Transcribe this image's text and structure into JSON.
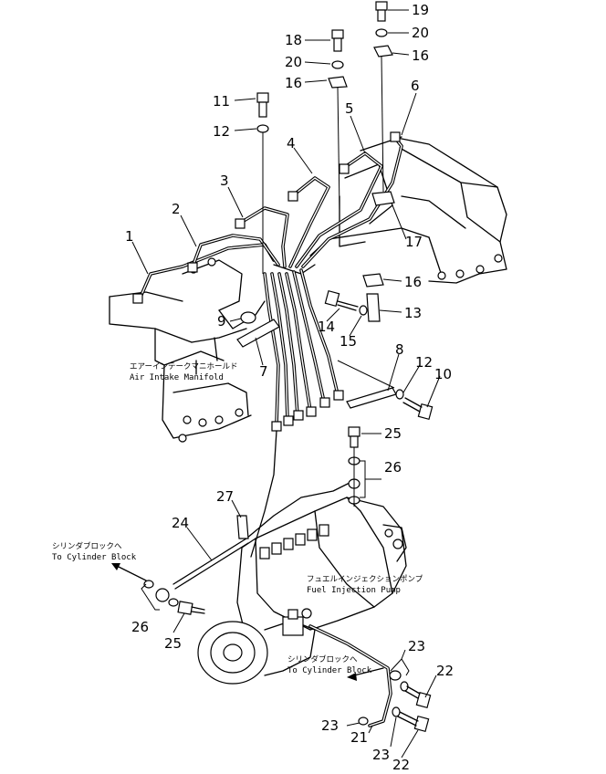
{
  "labels": {
    "air_intake_manifold_jp": "エアーインテークマニホールド",
    "air_intake_manifold_en": "Air Intake Manifold",
    "fuel_injection_pump_jp": "フュエルインジェクションポンプ",
    "fuel_injection_pump_en": "Fuel Injection Pump",
    "to_cylinder_block_left_jp": "シリンダブロックへ",
    "to_cylinder_block_left_en": "To Cylinder Block",
    "to_cylinder_block_right_jp": "シリンダブロックへ",
    "to_cylinder_block_right_en": "To Cylinder Block"
  },
  "callouts": [
    {
      "id": "c19",
      "num": "19"
    },
    {
      "id": "c20a",
      "num": "20"
    },
    {
      "id": "c16a",
      "num": "16"
    },
    {
      "id": "c18",
      "num": "18"
    },
    {
      "id": "c20b",
      "num": "20"
    },
    {
      "id": "c16b",
      "num": "16"
    },
    {
      "id": "c6",
      "num": "6"
    },
    {
      "id": "c11",
      "num": "11"
    },
    {
      "id": "c5",
      "num": "5"
    },
    {
      "id": "c12a",
      "num": "12"
    },
    {
      "id": "c4",
      "num": "4"
    },
    {
      "id": "c3",
      "num": "3"
    },
    {
      "id": "c2",
      "num": "2"
    },
    {
      "id": "c1",
      "num": "1"
    },
    {
      "id": "c17",
      "num": "17"
    },
    {
      "id": "c16c",
      "num": "16"
    },
    {
      "id": "c13",
      "num": "13"
    },
    {
      "id": "c14",
      "num": "14"
    },
    {
      "id": "c15",
      "num": "15"
    },
    {
      "id": "c9",
      "num": "9"
    },
    {
      "id": "c7",
      "num": "7"
    },
    {
      "id": "c8",
      "num": "8"
    },
    {
      "id": "c12b",
      "num": "12"
    },
    {
      "id": "c10",
      "num": "10"
    },
    {
      "id": "c25a",
      "num": "25"
    },
    {
      "id": "c26a",
      "num": "26"
    },
    {
      "id": "c27",
      "num": "27"
    },
    {
      "id": "c24",
      "num": "24"
    },
    {
      "id": "c26b",
      "num": "26"
    },
    {
      "id": "c25b",
      "num": "25"
    },
    {
      "id": "c23a",
      "num": "23"
    },
    {
      "id": "c22a",
      "num": "22"
    },
    {
      "id": "c23b",
      "num": "23"
    },
    {
      "id": "c21",
      "num": "21"
    },
    {
      "id": "c23c",
      "num": "23"
    },
    {
      "id": "c22b",
      "num": "22"
    }
  ]
}
